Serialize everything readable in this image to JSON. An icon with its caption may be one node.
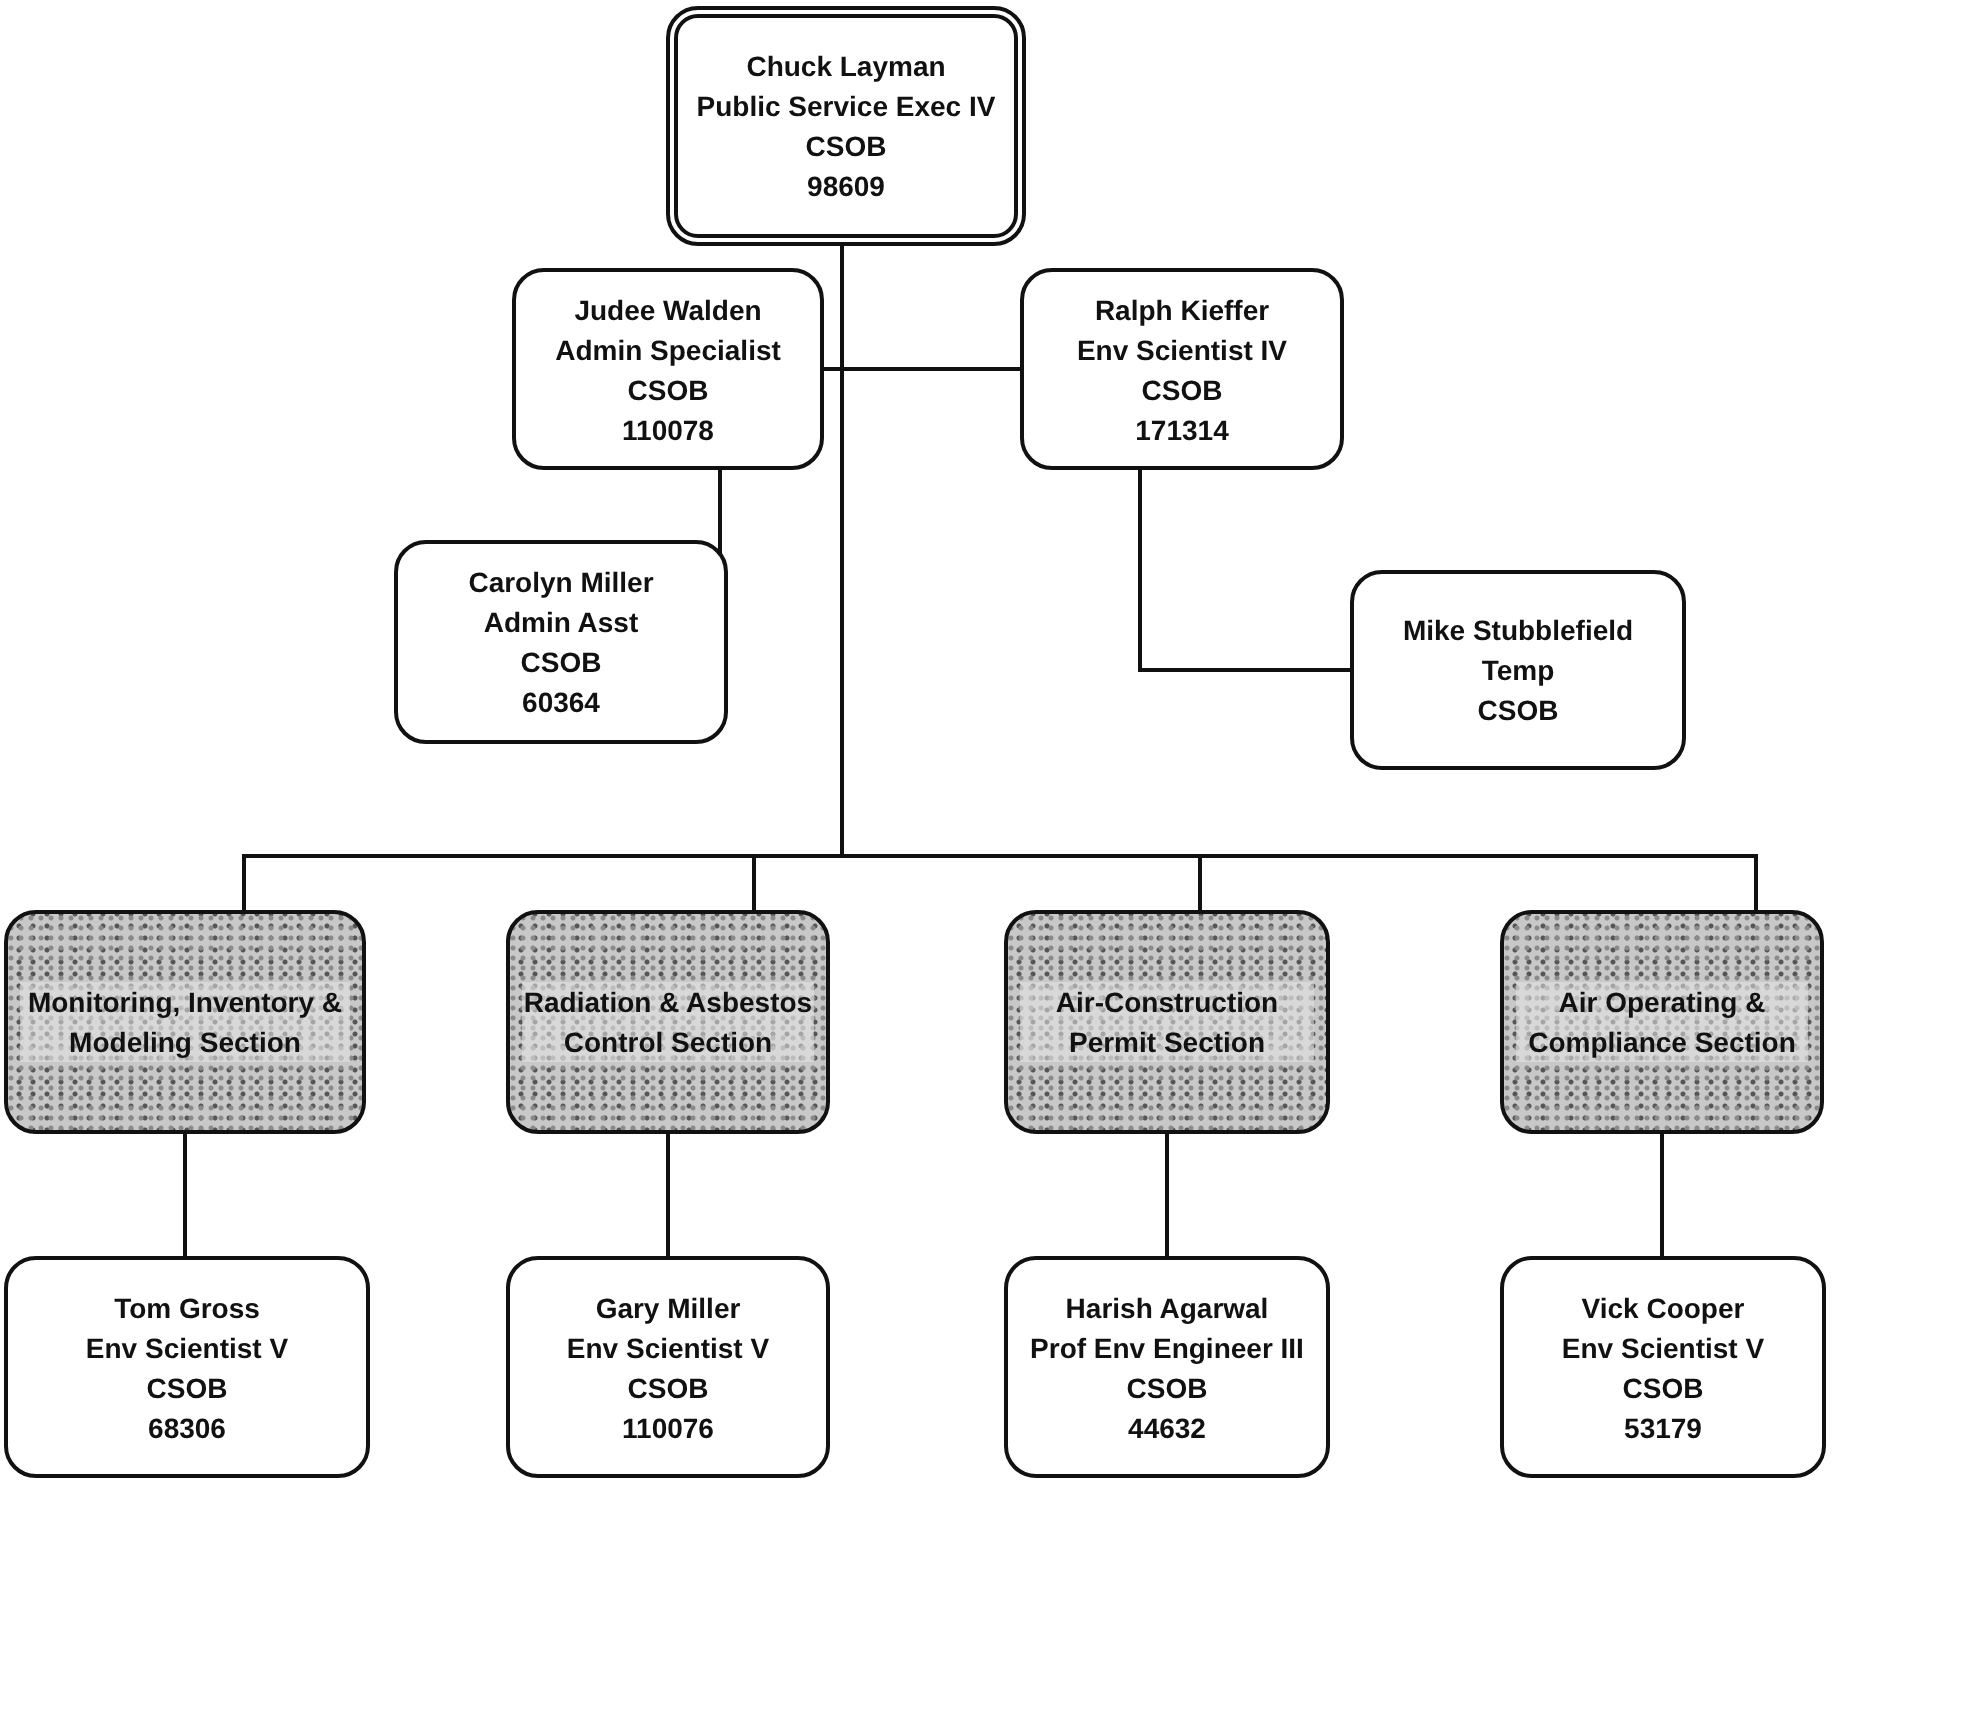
{
  "diagram": {
    "nodes": [
      {
        "text": [
          "Chuck Layman",
          "Public Service Exec IV",
          "CSOB",
          "98609"
        ]
      },
      {
        "text": [
          "Judee Walden",
          "Admin Specialist",
          "CSOB",
          "110078"
        ]
      },
      {
        "text": [
          "Ralph Kieffer",
          "Env Scientist IV",
          "CSOB",
          "171314"
        ]
      },
      {
        "text": [
          "Carolyn Miller",
          "Admin Asst",
          "CSOB",
          "60364"
        ]
      },
      {
        "text": [
          "Mike Stubblefield",
          "Temp",
          "CSOB"
        ]
      },
      {
        "text": [
          "Monitoring, Inventory & Modeling Section"
        ]
      },
      {
        "text": [
          "Radiation & Asbestos Control Section"
        ]
      },
      {
        "text": [
          "Air-Construction Permit Section"
        ]
      },
      {
        "text": [
          "Air Operating & Compliance Section"
        ]
      },
      {
        "text": [
          "Tom Gross",
          "Env Scientist V",
          "CSOB",
          "68306"
        ]
      },
      {
        "text": [
          "Gary Miller",
          "Env Scientist V",
          "CSOB",
          "110076"
        ]
      },
      {
        "text": [
          "Harish Agarwal",
          "Prof Env Engineer III",
          "CSOB",
          "44632"
        ]
      },
      {
        "text": [
          "Vick Cooper",
          "Env Scientist V",
          "CSOB",
          "53179"
        ]
      }
    ],
    "edges": [
      {
        "from": 0,
        "to": 1,
        "arrow": "none"
      },
      {
        "from": 0,
        "to": 2,
        "arrow": "none"
      },
      {
        "from": 1,
        "to": 3,
        "arrow": "none"
      },
      {
        "from": 2,
        "to": 4,
        "arrow": "none"
      },
      {
        "from": 0,
        "to": 5,
        "arrow": "none"
      },
      {
        "from": 0,
        "to": 6,
        "arrow": "none"
      },
      {
        "from": 0,
        "to": 7,
        "arrow": "none"
      },
      {
        "from": 0,
        "to": 8,
        "arrow": "none"
      },
      {
        "from": 5,
        "to": 9,
        "arrow": "none"
      },
      {
        "from": 6,
        "to": 10,
        "arrow": "none"
      },
      {
        "from": 7,
        "to": 11,
        "arrow": "none"
      },
      {
        "from": 8,
        "to": 12,
        "arrow": "none"
      }
    ]
  }
}
